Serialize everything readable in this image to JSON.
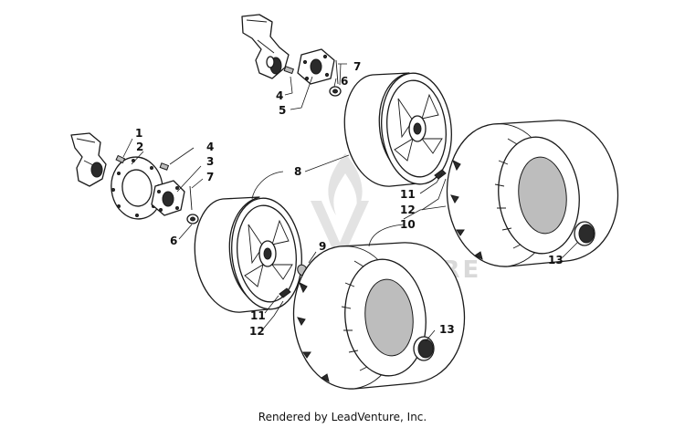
{
  "callouts": {
    "c1": "1",
    "c2": "2",
    "c3": "3",
    "c4a": "4",
    "c4b": "4",
    "c5": "5",
    "c6a": "6",
    "c6b": "6",
    "c7a": "7",
    "c7b": "7",
    "c8": "8",
    "c9": "9",
    "c10": "10",
    "c11a": "11",
    "c11b": "11",
    "c12a": "12",
    "c12b": "12",
    "c13a": "13",
    "c13b": "13"
  },
  "watermark": {
    "text": "VENTURE"
  },
  "footer": {
    "text": "Rendered by LeadVenture, Inc."
  }
}
